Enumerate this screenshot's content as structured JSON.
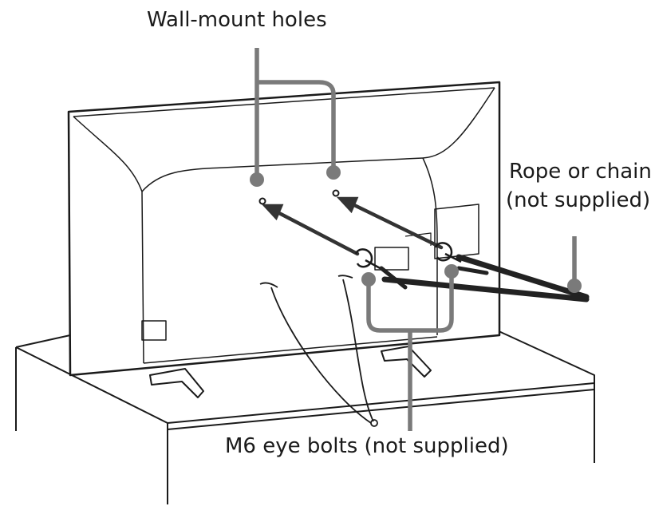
{
  "labels": {
    "wall_mount": "Wall-mount holes",
    "rope_line1": "Rope or chain",
    "rope_line2": "(not supplied)",
    "eye_bolts": "M6 eye bolts (not supplied)"
  },
  "colors": {
    "line": "#1a1a1a",
    "callout": "#7a7a7a",
    "strap": "#333333",
    "background": "#ffffff"
  }
}
